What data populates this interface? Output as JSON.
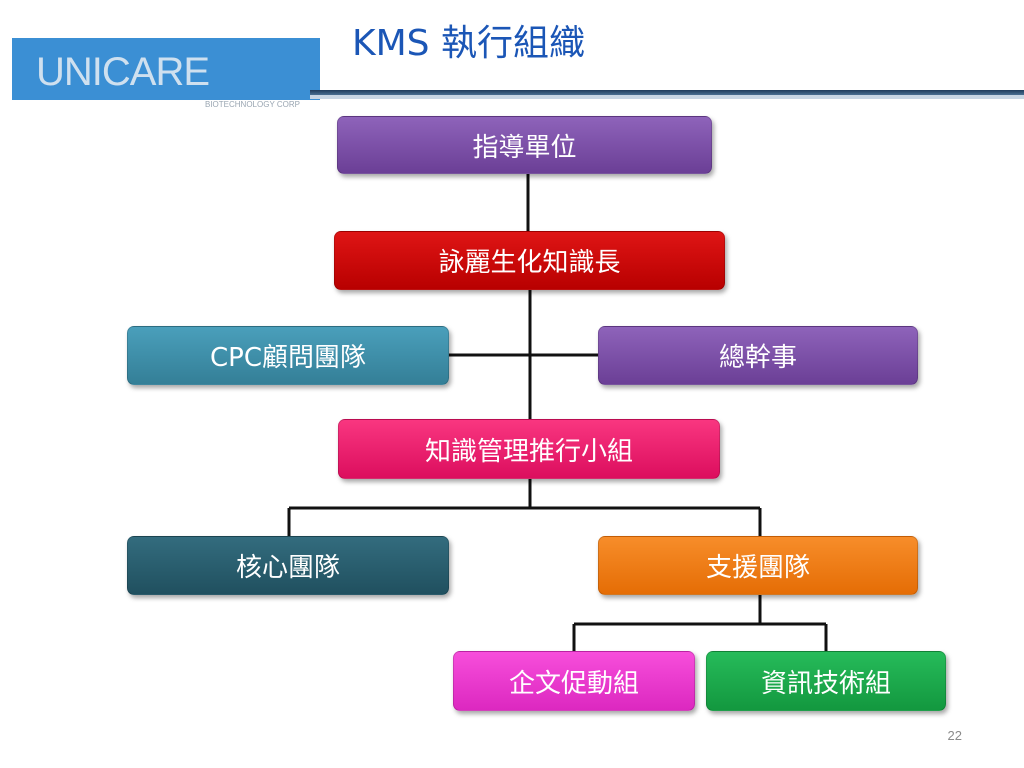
{
  "header": {
    "logo_text": "UNICARE",
    "logo_subtext": "BIOTECHNOLOGY CORP",
    "title": "KMS 執行組織"
  },
  "org_chart": {
    "advisor": "指導單位",
    "cko": "詠麗生化知識長",
    "consultant_team": "CPC顧問團隊",
    "secretary_general": "總幹事",
    "promotion_group": "知識管理推行小組",
    "core_team": "核心團隊",
    "support_team": "支援團隊",
    "culture_group": "企文促動組",
    "it_group": "資訊技術組"
  },
  "colors": {
    "purple": "#7b4fa6",
    "red": "#cc0000",
    "teal": "#3a8ea8",
    "magenta": "#ee1a6e",
    "dark_teal": "#275a6b",
    "orange": "#f07c12",
    "pink": "#ee3ad0",
    "green": "#1aa84a"
  },
  "footer": {
    "page_number": "22"
  }
}
